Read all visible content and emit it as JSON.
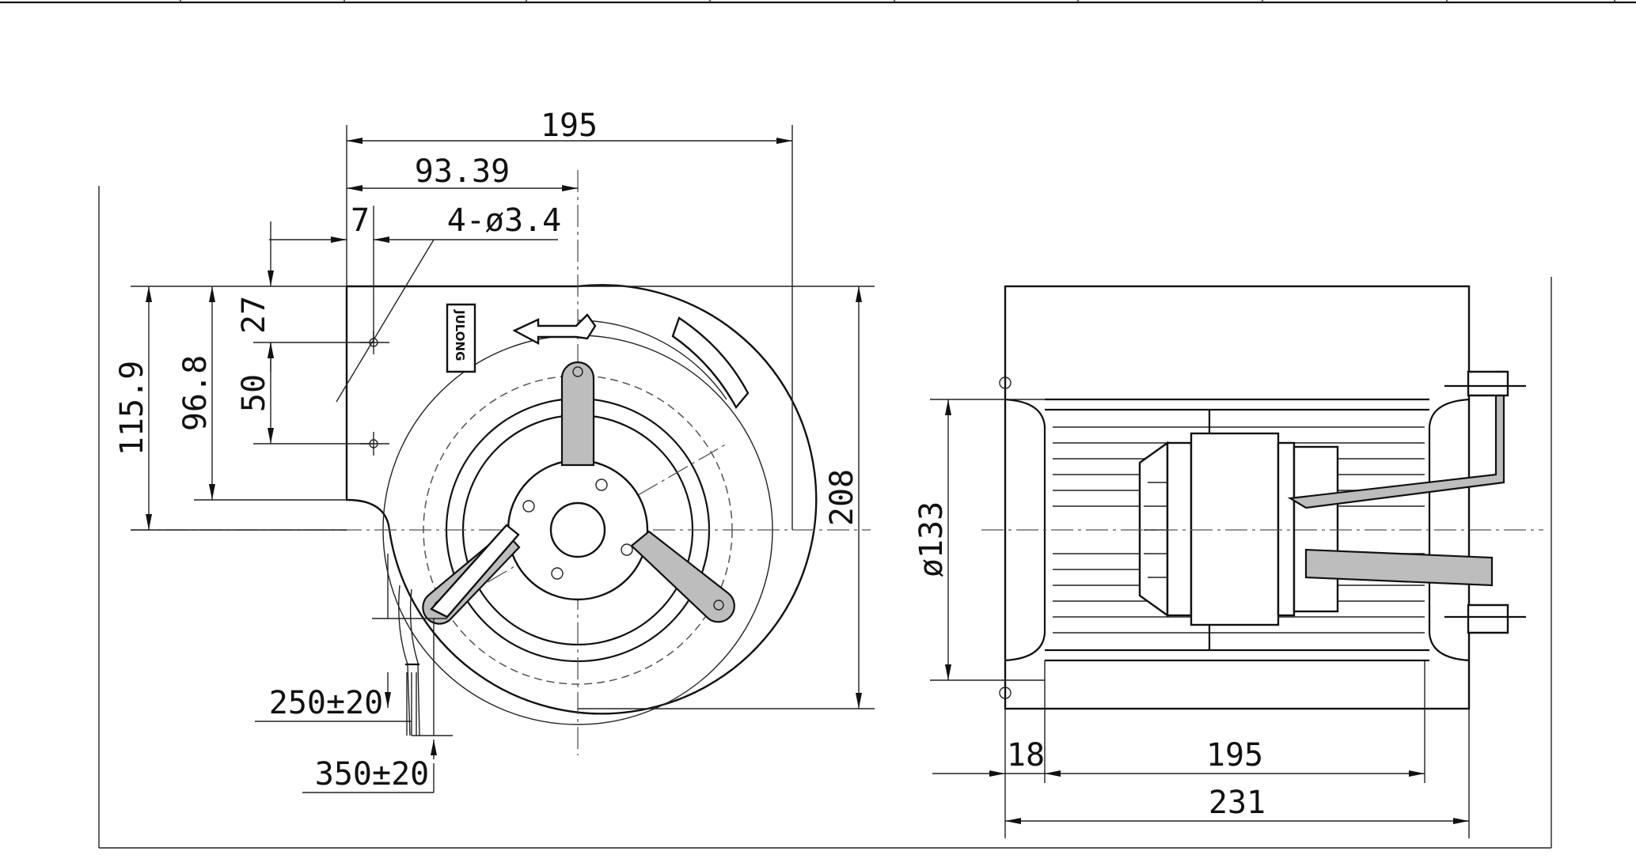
{
  "front_view": {
    "dim_width": "195",
    "dim_center": "93.39",
    "dim_offset": "7",
    "dim_holes": "4-ø3.4",
    "dim_left_height": "115.9",
    "dim_outlet_height": "96.8",
    "dim_upper": "27",
    "dim_lower": "50",
    "dim_height": "208",
    "dim_lead1": "250±20",
    "dim_lead2": "350±20",
    "logo": "JULONG"
  },
  "side_view": {
    "dim_diameter": "ø133",
    "dim_flange": "18",
    "dim_inner": "195",
    "dim_total": "231"
  }
}
